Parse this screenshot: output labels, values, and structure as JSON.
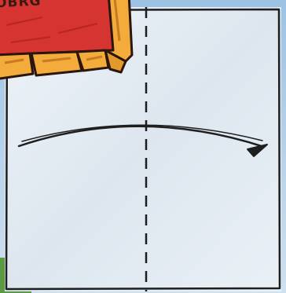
{
  "screen": {
    "background_color": "#9cc2e4",
    "paper_color": "#e5ecf3",
    "line_color": "#1e1e1e"
  },
  "sign": {
    "label": "OBRG",
    "board_color": "#d63431",
    "frame_color": "#f3ab3c"
  },
  "instruction": {
    "fold_line_icon": "dashed-vertical-line",
    "arrow_icon": "curved-arrow-right"
  }
}
